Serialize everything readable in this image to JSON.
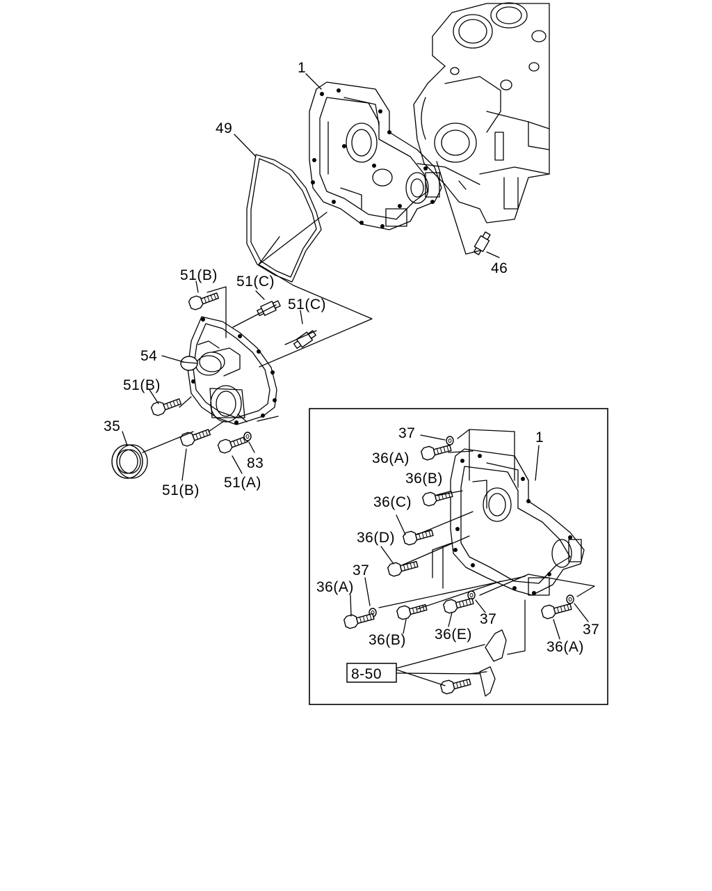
{
  "labels": {
    "cover_1": "1",
    "gasket_49": "49",
    "stud_46": "46",
    "bolt_51b_top": "51(B)",
    "stud_51c_top": "51(C)",
    "stud_51c_right": "51(C)",
    "cap_54": "54",
    "bolt_51b_left": "51(B)",
    "seal_35": "35",
    "washer_83": "83",
    "bolt_51b_bottom": "51(B)",
    "bolt_51a": "51(A)"
  },
  "inset": {
    "labels": {
      "cover_1": "1",
      "washer_37_top": "37",
      "bolt_36a_top": "36(A)",
      "bolt_36b_top": "36(B)",
      "bolt_36c": "36(C)",
      "bolt_36d": "36(D)",
      "washer_37_left": "37",
      "bolt_36a_left": "36(A)",
      "bolt_36b_bottom": "36(B)",
      "washer_37_mid": "37",
      "bolt_36e": "36(E)",
      "washer_37_right": "37",
      "bolt_36a_right": "36(A)"
    },
    "reference_box": "8-50"
  }
}
